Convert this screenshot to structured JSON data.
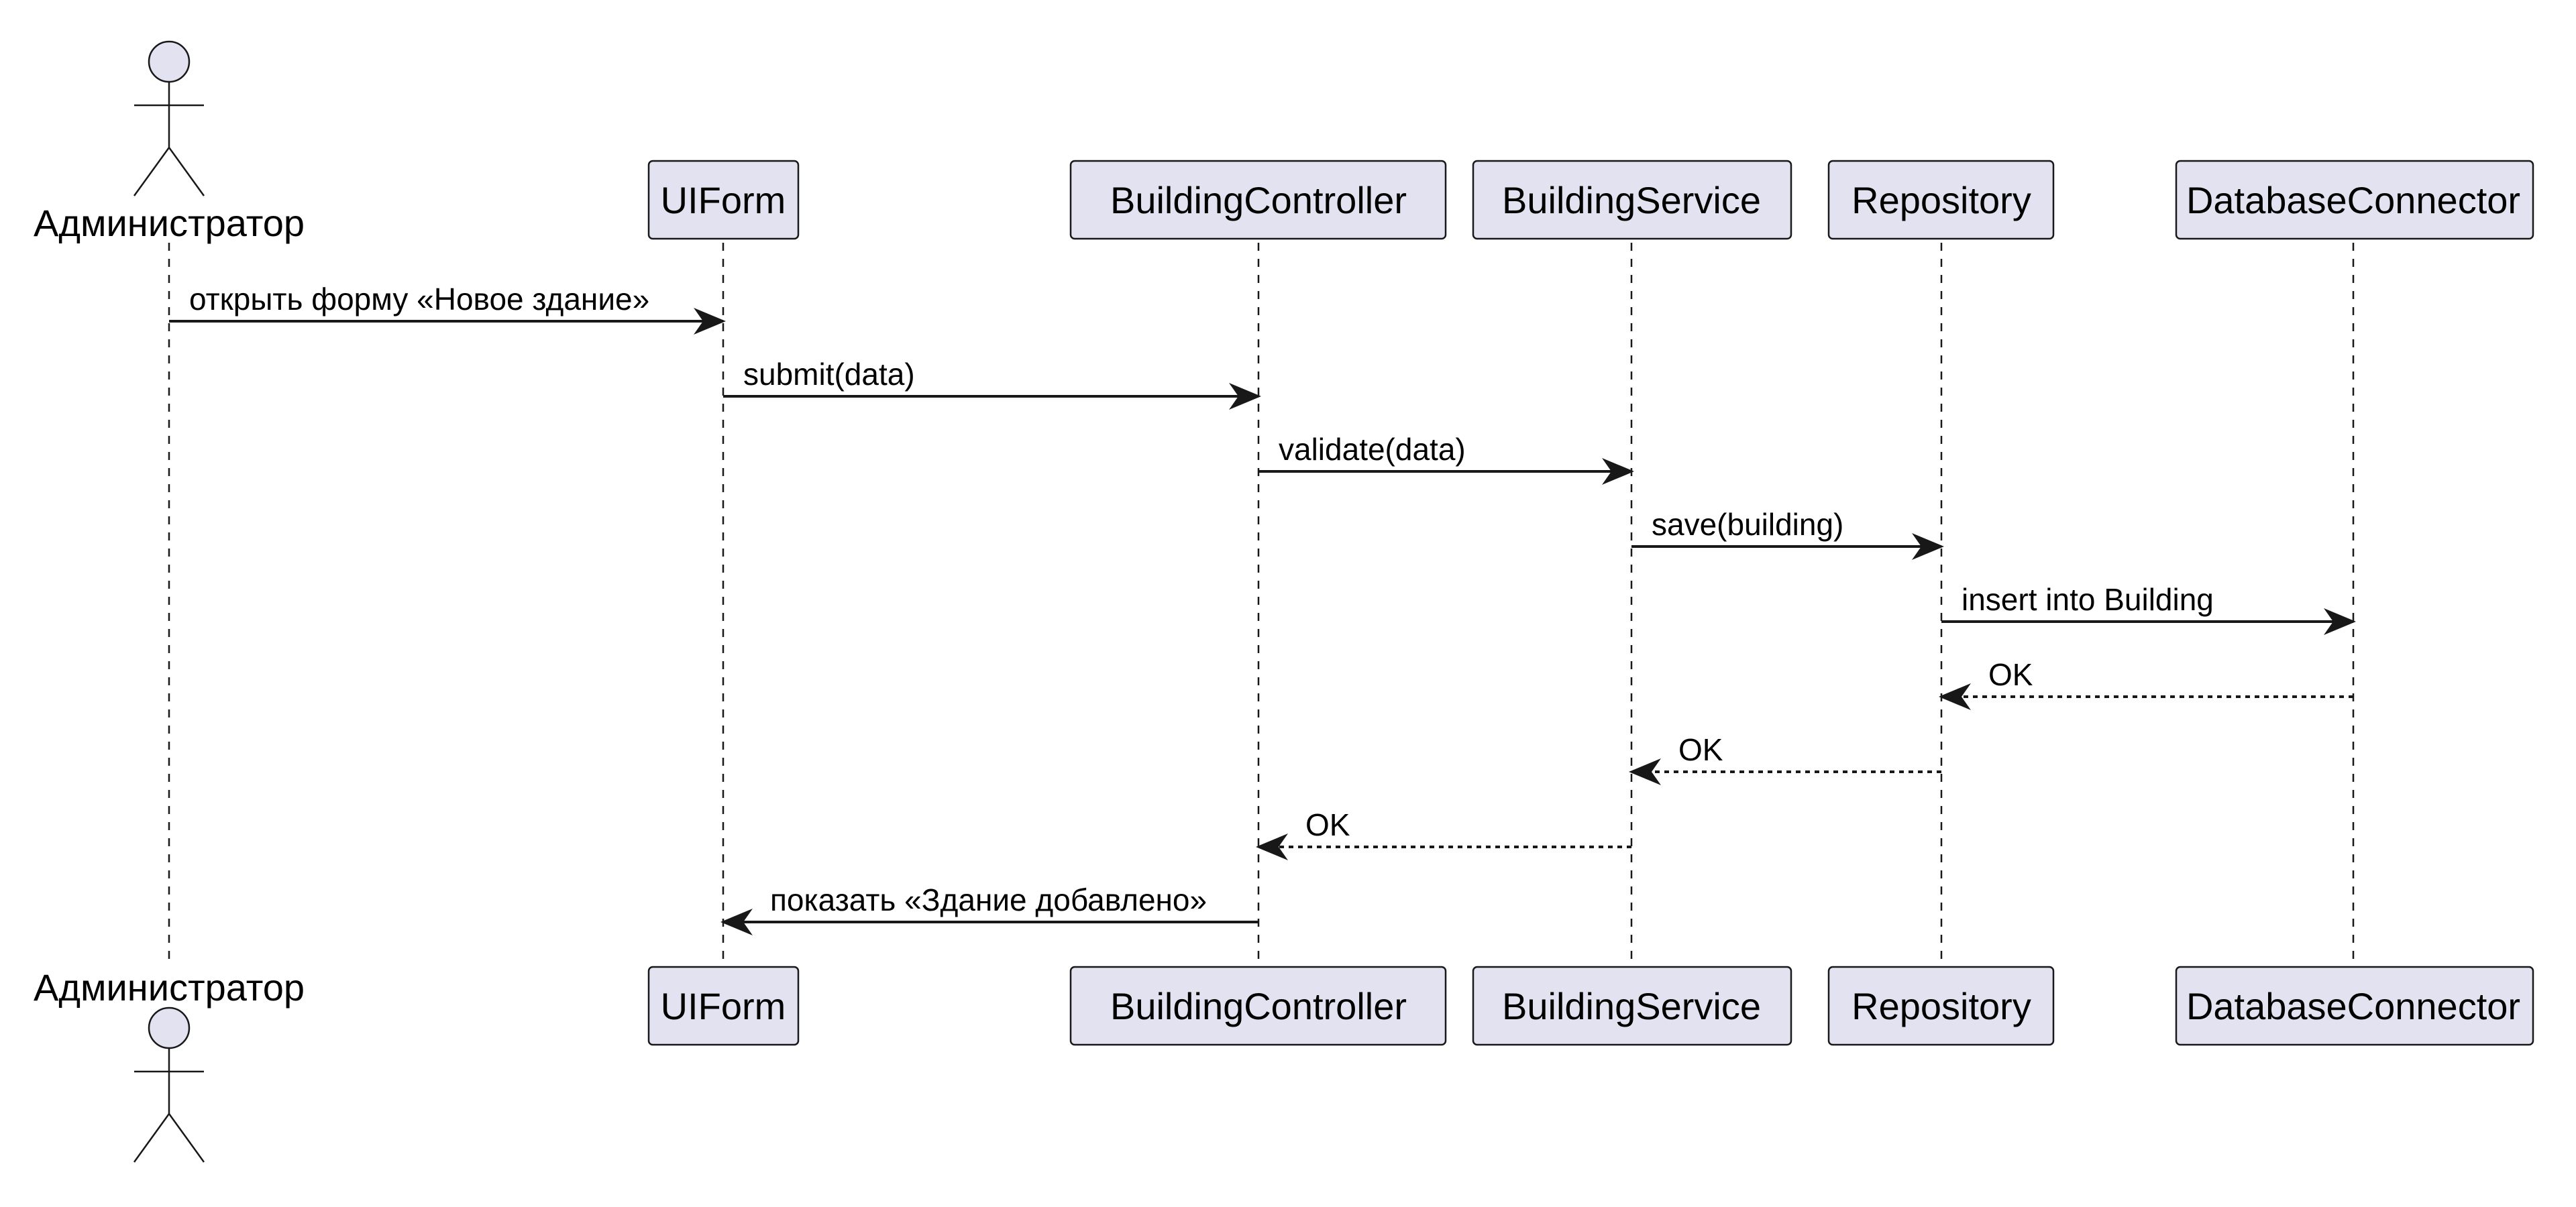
{
  "diagram": {
    "type": "sequence",
    "colors": {
      "participant_fill": "#E2E2F0",
      "border": "#181818",
      "text": "#000000",
      "background": "#FFFFFF"
    },
    "participants": [
      {
        "id": "admin",
        "label": "Администратор",
        "kind": "actor"
      },
      {
        "id": "uiform",
        "label": "UIForm",
        "kind": "participant"
      },
      {
        "id": "controller",
        "label": "BuildingController",
        "kind": "participant"
      },
      {
        "id": "service",
        "label": "BuildingService",
        "kind": "participant"
      },
      {
        "id": "repository",
        "label": "Repository",
        "kind": "participant"
      },
      {
        "id": "dbconnector",
        "label": "DatabaseConnector",
        "kind": "participant"
      }
    ],
    "messages": [
      {
        "from": "admin",
        "to": "uiform",
        "label": "открыть форму «Новое здание»",
        "style": "solid"
      },
      {
        "from": "uiform",
        "to": "controller",
        "label": "submit(data)",
        "style": "solid"
      },
      {
        "from": "controller",
        "to": "service",
        "label": "validate(data)",
        "style": "solid"
      },
      {
        "from": "service",
        "to": "repository",
        "label": "save(building)",
        "style": "solid"
      },
      {
        "from": "repository",
        "to": "dbconnector",
        "label": "insert into Building",
        "style": "solid"
      },
      {
        "from": "dbconnector",
        "to": "repository",
        "label": "OK",
        "style": "dashed"
      },
      {
        "from": "repository",
        "to": "service",
        "label": "OK",
        "style": "dashed"
      },
      {
        "from": "service",
        "to": "controller",
        "label": "OK",
        "style": "dashed"
      },
      {
        "from": "controller",
        "to": "uiform",
        "label": "показать «Здание добавлено»",
        "style": "solid"
      }
    ]
  }
}
